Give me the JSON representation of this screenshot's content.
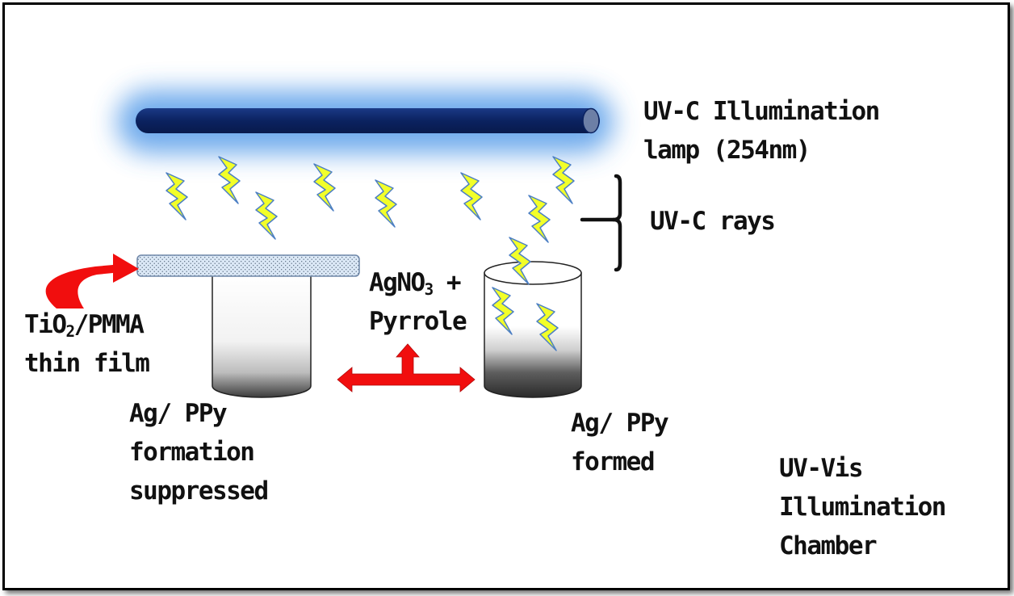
{
  "lamp": {
    "line1": "UV-C Illumination",
    "line2": "lamp (254nm)"
  },
  "rays": {
    "label": "UV-C rays"
  },
  "film": {
    "pre": "TiO",
    "sub": "2",
    "post": "/PMMA",
    "line2": "thin film"
  },
  "reagent": {
    "pre": "AgNO",
    "sub": "3",
    "post": " +",
    "line2": "Pyrrole"
  },
  "suppressed": {
    "line1": "Ag/ PPy",
    "line2": "formation",
    "line3": "suppressed"
  },
  "formed": {
    "line1": "Ag/ PPy",
    "line2": "formed"
  },
  "chamber": {
    "line1": "UV-Vis",
    "line2": "Illumination",
    "line3": "Chamber"
  },
  "colors": {
    "lamp_tube": "#0b2260",
    "lamp_glow": "#3f8fe6",
    "bolt_fill": "#f2ff29",
    "bolt_stroke": "#4c7fc4",
    "arrow_red": "#f10e0e",
    "film_fill": "#dce9f7"
  }
}
